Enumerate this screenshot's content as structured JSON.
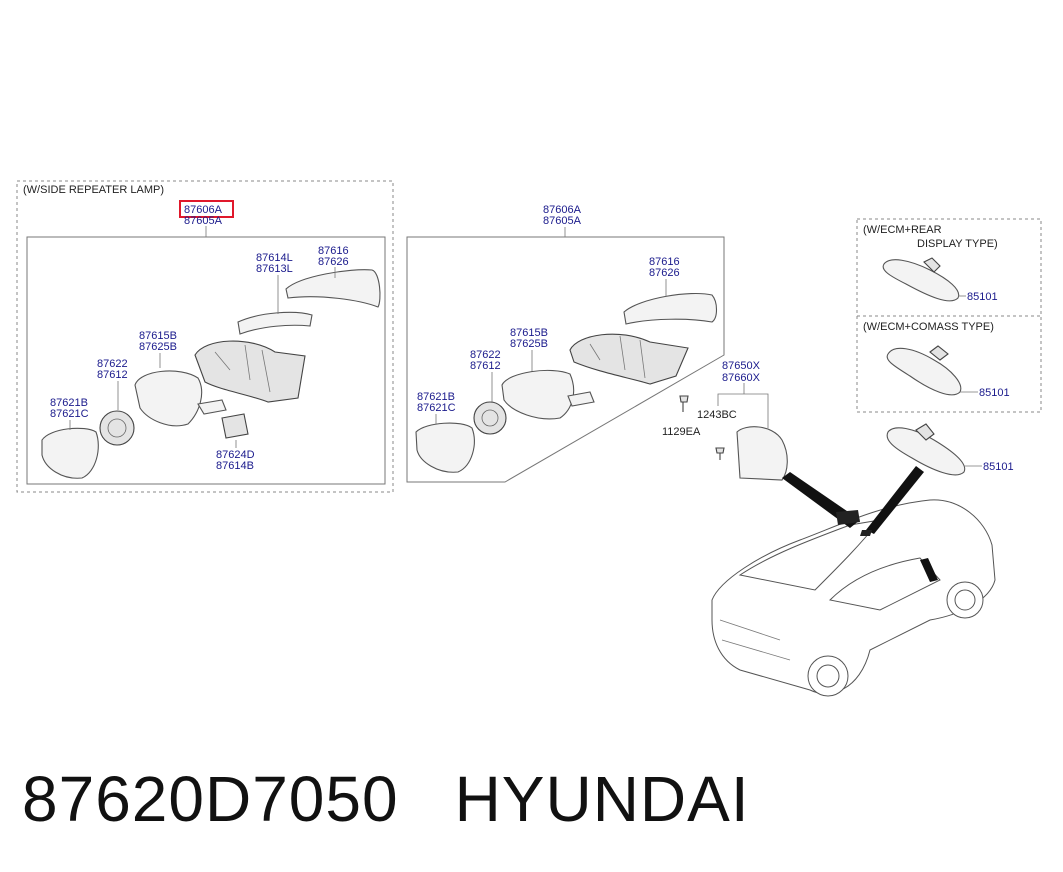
{
  "footer": {
    "part_number": "87620D7050",
    "brand": "HYUNDAI"
  },
  "left_panel": {
    "title": "(W/SIDE REPEATER LAMP)",
    "assy_top": "87606A",
    "assy_bottom": "87605A",
    "highlight_color": "#e0182b",
    "labels": {
      "cover_1": "87614L",
      "cover_2": "87613L",
      "cap_1": "87616",
      "cap_2": "87626",
      "housing_1": "87615B",
      "housing_2": "87625B",
      "frame_1": "87622",
      "frame_2": "87612",
      "glass_1": "87621B",
      "glass_2": "87621C",
      "lamp_1": "87624D",
      "lamp_2": "87614B"
    }
  },
  "middle_panel": {
    "assy_top": "87606A",
    "assy_bottom": "87605A",
    "labels": {
      "cap_1": "87616",
      "cap_2": "87626",
      "housing_1": "87615B",
      "housing_2": "87625B",
      "frame_1": "87622",
      "frame_2": "87612",
      "glass_1": "87621B",
      "glass_2": "87621C"
    }
  },
  "inside_mirror": {
    "cover_1": "87650X",
    "cover_2": "87660X",
    "bolt": "1243BC",
    "screw": "1129EA"
  },
  "right_panel": {
    "ecm_rear_title_1": "(W/ECM+REAR",
    "ecm_rear_title_2": "DISPLAY TYPE)",
    "ecm_rear_part": "85101",
    "ecm_compass_title": "(W/ECM+COMASS TYPE)",
    "ecm_compass_part": "85101",
    "basic_part": "85101"
  }
}
